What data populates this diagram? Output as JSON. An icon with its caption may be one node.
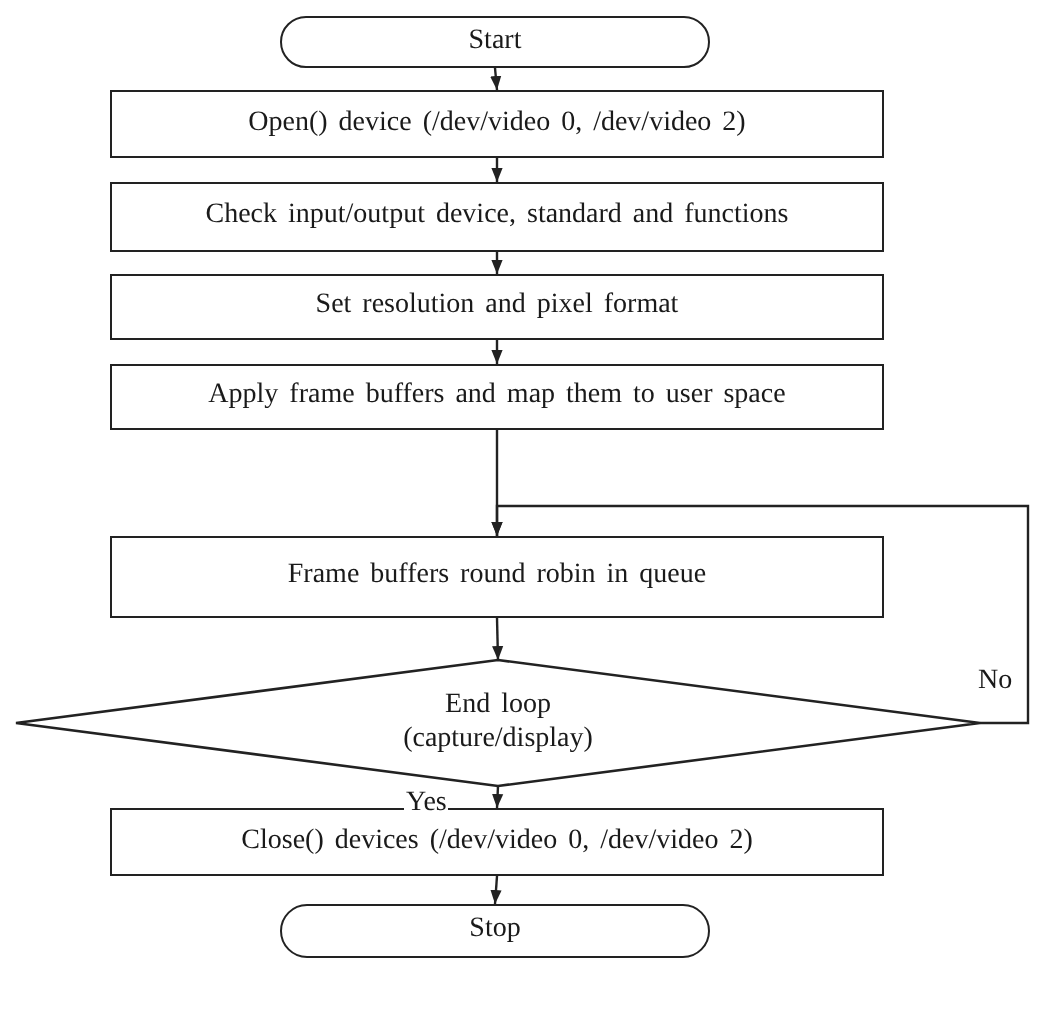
{
  "diagram": {
    "nodes": [
      {
        "text": [
          "Start"
        ]
      },
      {
        "text": [
          "Open() device (/dev/video 0, /dev/video 2)"
        ]
      },
      {
        "text": [
          "Check input/output device, standard and functions"
        ]
      },
      {
        "text": [
          "Set resolution and pixel format"
        ]
      },
      {
        "text": [
          "Apply frame buffers and map them to user space"
        ]
      },
      {
        "text": [
          "Frame buffers round robin in queue"
        ]
      },
      {
        "text": [
          "End loop (capture/display)"
        ]
      },
      {
        "text": [
          "Close() devices (/dev/video 0, /dev/video 2)"
        ]
      },
      {
        "text": [
          "Stop"
        ]
      }
    ],
    "edges": [
      {
        "from": 0,
        "to": 1,
        "arrow": "to"
      },
      {
        "from": 1,
        "to": 2,
        "arrow": "to"
      },
      {
        "from": 2,
        "to": 3,
        "arrow": "to"
      },
      {
        "from": 3,
        "to": 4,
        "arrow": "to"
      },
      {
        "from": 4,
        "to": 5,
        "arrow": "to"
      },
      {
        "from": 5,
        "to": 6,
        "arrow": "to"
      },
      {
        "from": 6,
        "to": 7,
        "arrow": "to",
        "label": "Yes"
      },
      {
        "from": 6,
        "to": 5,
        "arrow": "to",
        "label": "No"
      },
      {
        "from": 7,
        "to": 8,
        "arrow": "to"
      }
    ]
  }
}
